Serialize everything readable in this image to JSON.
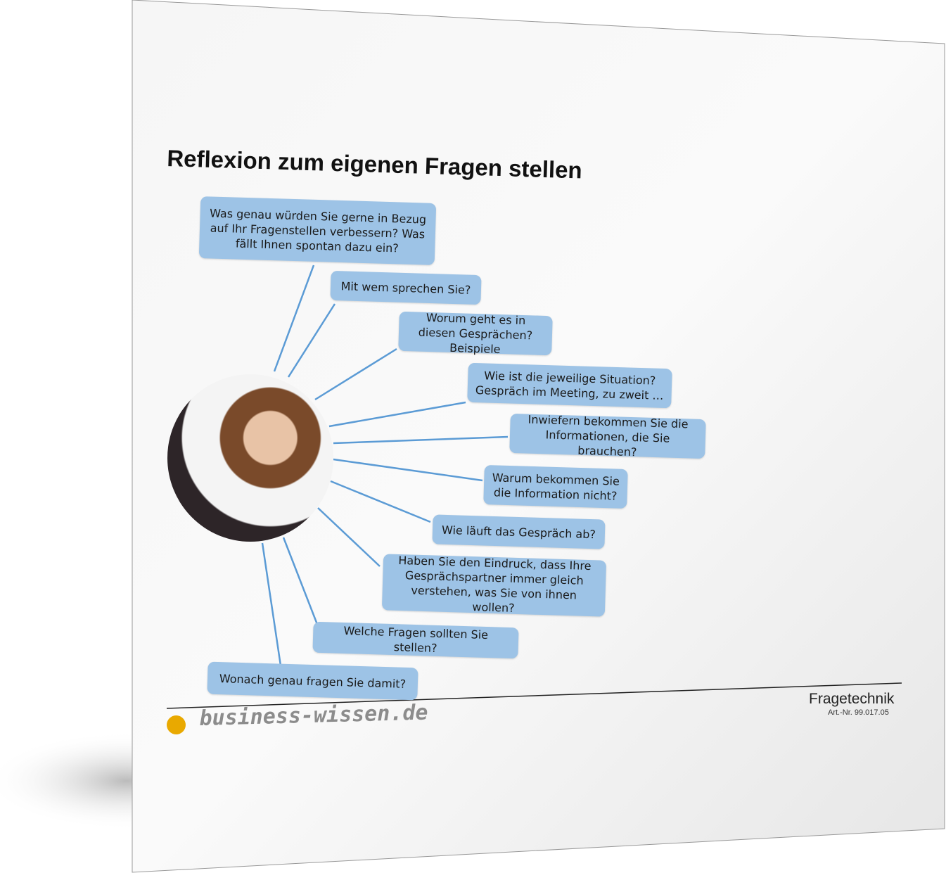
{
  "document": {
    "title": "Reflexion zum eigenen Fragen stellen",
    "questions": [
      "Was genau würden Sie gerne in Bezug auf Ihr Fragenstellen verbessern? Was fällt Ihnen spontan dazu ein?",
      "Mit wem sprechen Sie?",
      "Worum geht es in diesen Gesprächen? Beispiele",
      "Wie ist die jeweilige Situation? Gespräch im Meeting, zu zweit …",
      "Inwiefern bekommen Sie die Informationen, die Sie brauchen?",
      "Warum bekommen Sie die Information nicht?",
      "Wie läuft das Gespräch ab?",
      "Haben Sie den Eindruck, dass Ihre Gesprächspartner immer gleich verstehen, was Sie von ihnen wollen?",
      "Welche Fragen sollten Sie stellen?",
      "Wonach genau fragen Sie damit?"
    ],
    "footer": {
      "category": "Fragetechnik",
      "article_number": "Art.-Nr. 99.017.05",
      "logo": "business-wissen.de"
    }
  },
  "colors": {
    "box": "#9dc3e6",
    "line": "#5b9bd5",
    "logo_dot": "#e9a900"
  }
}
